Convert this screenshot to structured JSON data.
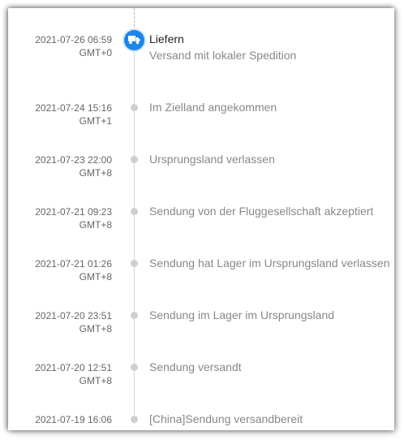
{
  "tracking": {
    "events": [
      {
        "date": "2021-07-26 06:59",
        "tz": "GMT+0",
        "status": "Liefern",
        "detail": "Versand mit lokaler Spedition",
        "icon": "truck-icon"
      },
      {
        "date": "2021-07-24 15:16",
        "tz": "GMT+1",
        "status": "Im Zielland angekommen"
      },
      {
        "date": "2021-07-23 22:00",
        "tz": "GMT+8",
        "status": "Ursprungsland verlassen"
      },
      {
        "date": "2021-07-21 09:23",
        "tz": "GMT+8",
        "status": "Sendung von der Fluggesellschaft akzeptiert"
      },
      {
        "date": "2021-07-21 01:26",
        "tz": "GMT+8",
        "status": "Sendung hat Lager im Ursprungsland verlassen"
      },
      {
        "date": "2021-07-20 23:51",
        "tz": "GMT+8",
        "status": "Sendung im Lager im Ursprungsland"
      },
      {
        "date": "2021-07-20 12:51",
        "tz": "GMT+8",
        "status": "Sendung versandt"
      },
      {
        "date": "2021-07-19 16:06",
        "status": "[China]Sendung versandbereit"
      }
    ]
  },
  "colors": {
    "accent": "#1a86e8",
    "timeline_dot": "#cfcfcf",
    "muted_text": "#888888",
    "current_text": "#222222"
  }
}
